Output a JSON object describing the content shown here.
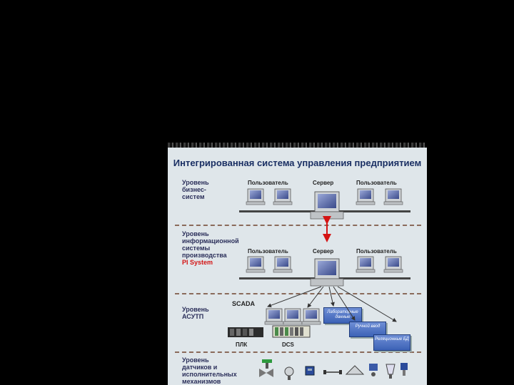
{
  "diagram": {
    "title": "Интегрированная система управления предприятием",
    "levels": {
      "business": "Уровень бизнес-систем",
      "info_line1": "Уровень информационной системы производства",
      "info_red": "PI System",
      "asutp": "Уровень АСУТП",
      "sensors": "Уровень датчиков и исполнительных механизмов"
    },
    "labels": {
      "user1": "Пользователь",
      "server1": "Сервер",
      "user2": "Пользователь",
      "user3": "Пользователь",
      "server2": "Сервер",
      "user4": "Пользователь",
      "scada": "SCADA",
      "plc": "ПЛК",
      "dcs": "DCS",
      "lab": "Лабораторные данные",
      "manual": "Ручной ввод",
      "rdb": "Реляционные БД"
    },
    "colors": {
      "title": "#1a2f63",
      "accent_red": "#d41414",
      "box_blue": "#4a6fc4"
    }
  }
}
